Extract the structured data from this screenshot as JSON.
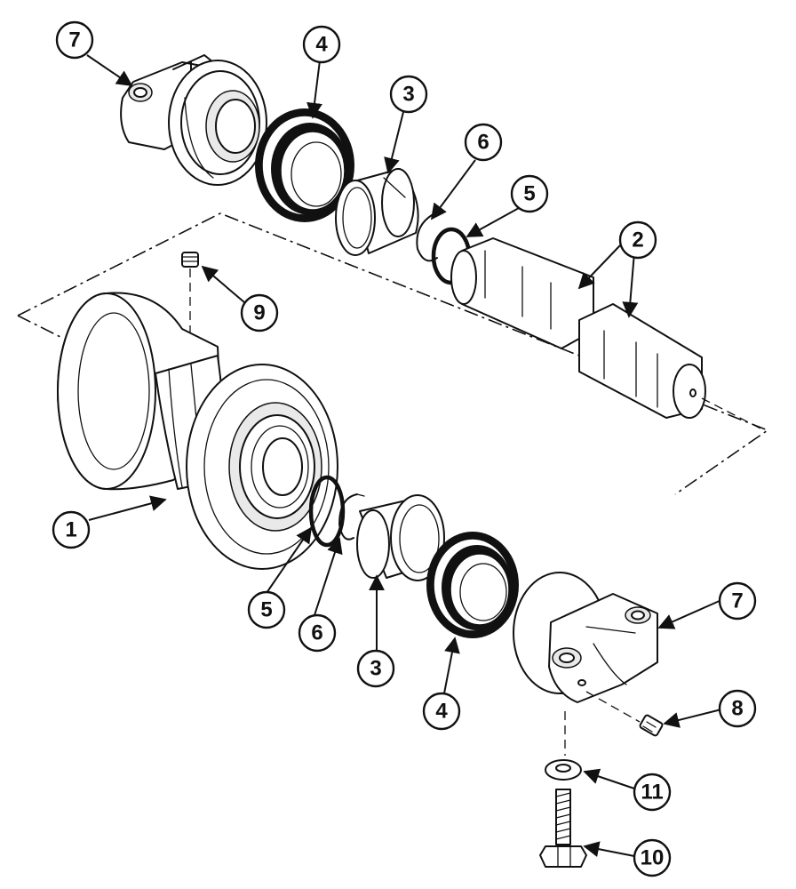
{
  "diagram": {
    "callouts": [
      {
        "id": "c7a",
        "label": "7"
      },
      {
        "id": "c4a",
        "label": "4"
      },
      {
        "id": "c3a",
        "label": "3"
      },
      {
        "id": "c6a",
        "label": "6"
      },
      {
        "id": "c5a",
        "label": "5"
      },
      {
        "id": "c2",
        "label": "2"
      },
      {
        "id": "c9",
        "label": "9"
      },
      {
        "id": "c1",
        "label": "1"
      },
      {
        "id": "c5b",
        "label": "5"
      },
      {
        "id": "c6b",
        "label": "6"
      },
      {
        "id": "c3b",
        "label": "3"
      },
      {
        "id": "c4b",
        "label": "4"
      },
      {
        "id": "c7b",
        "label": "7"
      },
      {
        "id": "c8",
        "label": "8"
      },
      {
        "id": "c11",
        "label": "11"
      },
      {
        "id": "c10",
        "label": "10"
      }
    ]
  }
}
